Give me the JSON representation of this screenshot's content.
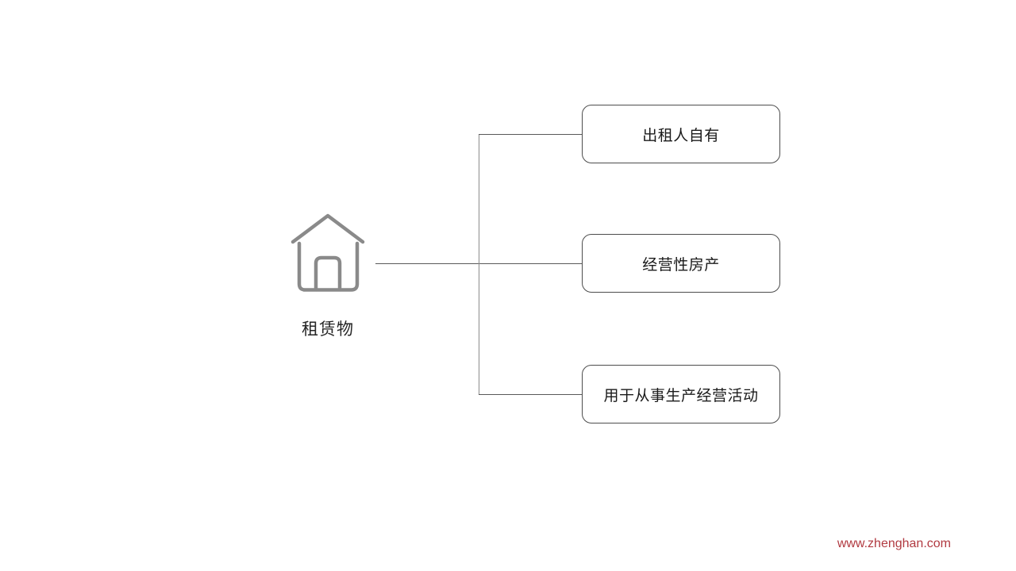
{
  "diagram": {
    "root": {
      "label": "租赁物",
      "icon": "house-icon"
    },
    "nodes": [
      {
        "label": "出租人自有"
      },
      {
        "label": "经营性房产"
      },
      {
        "label": "用于从事生产经营活动"
      }
    ]
  },
  "watermark": {
    "text": "www.zhenghan.com"
  },
  "colors": {
    "background": "#ffffff",
    "house_icon": "#8a8a8a",
    "box_border": "#4d4d4d",
    "box_text": "#1a1a1a",
    "connector_branch": "#595959",
    "connector_trunk": "#8c8c8c",
    "root_label_text": "#262626",
    "watermark_text": "#b13a41"
  }
}
